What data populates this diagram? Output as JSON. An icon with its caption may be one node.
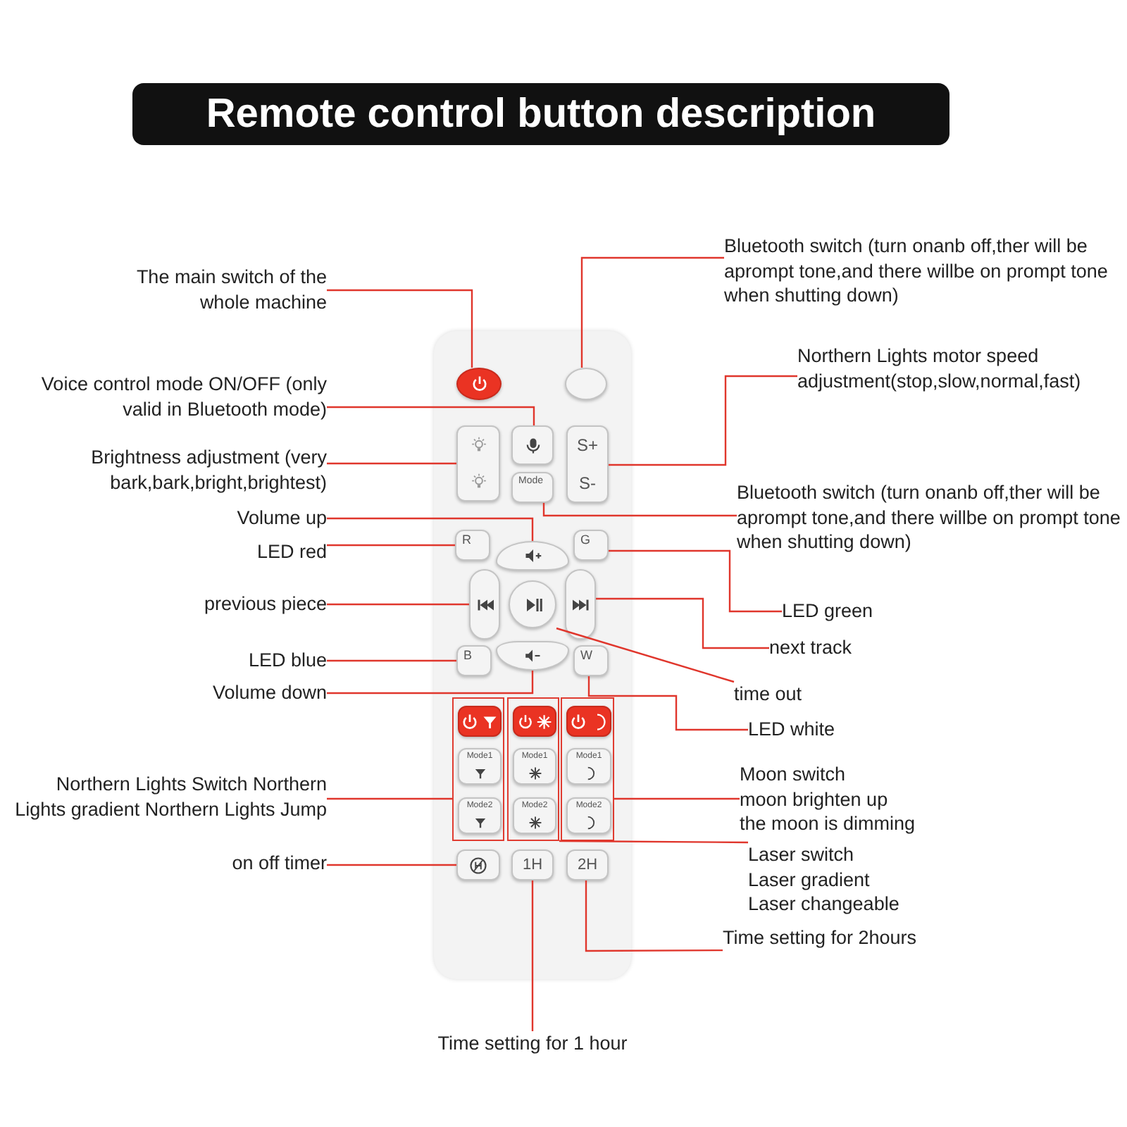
{
  "diagram": {
    "title": "Remote control button description",
    "nodes": [
      {
        "text": [
          "The main switch of the whole machine"
        ]
      },
      {
        "text": [
          "Bluetooth switch (turn onanb off,ther will be aprompt tone,and there willbe on prompt tone when shutting down)"
        ]
      },
      {
        "text": [],
        "shape": "box"
      },
      {
        "text": [],
        "shape": "circle",
        "in": 2
      },
      {
        "text": [],
        "shape": "circle",
        "in": 2
      },
      {
        "text": [
          "Voice control mode ON/OFF (only valid in Bluetooth mode)"
        ]
      },
      {
        "text": [
          "Northern Lights motor speed adjustment(stop,slow,normal,fast)"
        ]
      },
      {
        "text": [],
        "shape": "box",
        "in": 2
      },
      {
        "text": [],
        "shape": "box",
        "in": 2
      },
      {
        "text": [
          "S+",
          "S-"
        ],
        "in": 2
      },
      {
        "text": [
          "Mode"
        ],
        "in": 2
      },
      {
        "text": [
          "Brightness adjustment (very bark,bark,bright,brightest)"
        ]
      },
      {
        "text": [
          "Bluetooth switch (turn onanb off,ther will be aprompt tone,and there willbe on prompt tone when shutting down)"
        ]
      },
      {
        "text": [
          "Volume up"
        ]
      },
      {
        "text": [
          "LED red"
        ]
      },
      {
        "text": [
          "R"
        ],
        "in": 2
      },
      {
        "text": [],
        "shape": "box",
        "in": 2
      },
      {
        "text": [
          "G"
        ],
        "in": 2
      },
      {
        "text": [
          "LED  green"
        ]
      },
      {
        "text": [
          "previous piece"
        ]
      },
      {
        "text": [],
        "shape": "box",
        "in": 2
      },
      {
        "text": [],
        "shape": "circle",
        "in": 2
      },
      {
        "text": [],
        "shape": "box",
        "in": 2
      },
      {
        "text": [
          "next track"
        ]
      },
      {
        "text": [
          "LED blue"
        ]
      },
      {
        "text": [
          "B"
        ],
        "in": 2
      },
      {
        "text": [],
        "shape": "box",
        "in": 2
      },
      {
        "text": [
          "W"
        ],
        "in": 2
      },
      {
        "text": [
          "time out"
        ]
      },
      {
        "text": [
          "Volume down"
        ]
      },
      {
        "text": [
          "LED white"
        ]
      },
      {
        "text": [],
        "shape": "box",
        "in": 2
      },
      {
        "text": [],
        "shape": "box",
        "in": 2
      },
      {
        "text": [],
        "shape": "box",
        "in": 2
      },
      {
        "text": [],
        "shape": "box",
        "in": 31
      },
      {
        "text": [],
        "shape": "box",
        "in": 32
      },
      {
        "text": [],
        "shape": "box",
        "in": 33
      },
      {
        "text": [
          "Mode1"
        ],
        "in": 31
      },
      {
        "text": [
          "Mode1"
        ],
        "in": 32
      },
      {
        "text": [
          "Mode1"
        ],
        "in": 33
      },
      {
        "text": [
          "Mode2"
        ],
        "in": 31
      },
      {
        "text": [
          "Mode2"
        ],
        "in": 32
      },
      {
        "text": [
          "Mode2"
        ],
        "in": 33
      },
      {
        "text": [
          "Northern Lights Switch Northern Lights gradient Northern Lights Jump"
        ]
      },
      {
        "text": [
          "Moon switch",
          "moon brighten up",
          "the moon is dimming"
        ]
      },
      {
        "text": [
          "Laser switch",
          "Laser gradient",
          "Laser changeable"
        ]
      },
      {
        "text": [
          "on off timer"
        ]
      },
      {
        "text": [],
        "shape": "box",
        "in": 2
      },
      {
        "text": [
          "1H"
        ],
        "in": 2
      },
      {
        "text": [
          "2H"
        ],
        "in": 2
      },
      {
        "text": [
          "Time setting for 2hours"
        ]
      },
      {
        "text": [
          "Time setting for 1 hour"
        ]
      }
    ],
    "edges": [
      {
        "from": 0,
        "to": 3,
        "arrow": "none"
      },
      {
        "from": 1,
        "to": 4,
        "arrow": "none"
      },
      {
        "from": 5,
        "to": 8,
        "arrow": "none"
      },
      {
        "from": 6,
        "to": 9,
        "arrow": "none"
      },
      {
        "from": 11,
        "to": 7,
        "arrow": "none"
      },
      {
        "from": 12,
        "to": 10,
        "arrow": "none"
      },
      {
        "from": 13,
        "to": 16,
        "arrow": "none"
      },
      {
        "from": 14,
        "to": 15,
        "arrow": "none"
      },
      {
        "from": 18,
        "to": 17,
        "arrow": "none"
      },
      {
        "from": 19,
        "to": 20,
        "arrow": "none"
      },
      {
        "from": 23,
        "to": 22,
        "arrow": "none"
      },
      {
        "from": 24,
        "to": 25,
        "arrow": "none"
      },
      {
        "from": 28,
        "to": 21,
        "arrow": "none"
      },
      {
        "from": 29,
        "to": 26,
        "arrow": "none"
      },
      {
        "from": 30,
        "to": 27,
        "arrow": "none"
      },
      {
        "from": 43,
        "to": 31,
        "arrow": "none"
      },
      {
        "from": 44,
        "to": 33,
        "arrow": "none"
      },
      {
        "from": 45,
        "to": 32,
        "arrow": "none"
      },
      {
        "from": 46,
        "to": 47,
        "arrow": "none"
      },
      {
        "from": 50,
        "to": 49,
        "arrow": "none"
      },
      {
        "from": 51,
        "to": 48,
        "arrow": "none"
      }
    ]
  }
}
